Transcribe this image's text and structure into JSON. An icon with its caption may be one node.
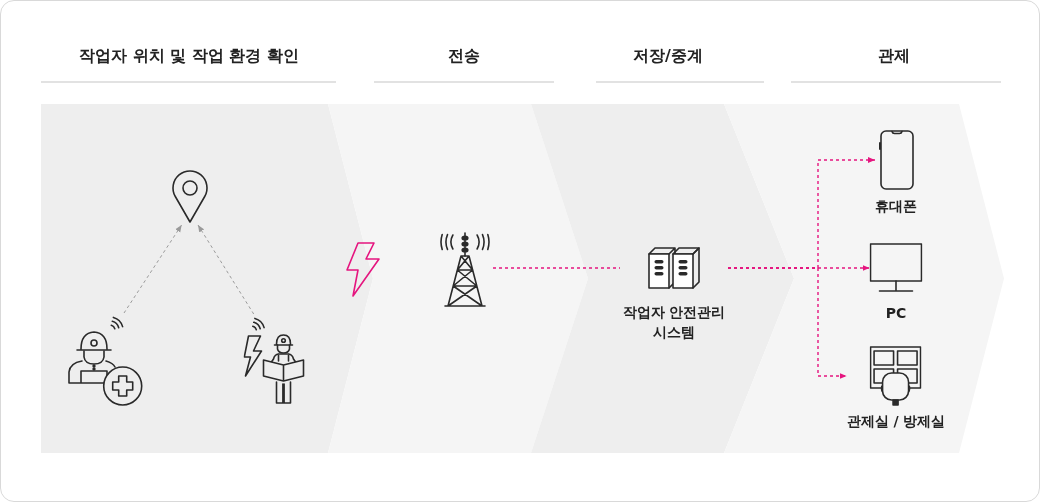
{
  "diagram": {
    "nodes": [
      {
        "text": [
          "작업자 위치 및 작업 환경 확인"
        ]
      },
      {
        "text": [],
        "shape": "picture",
        "in": 0
      },
      {
        "text": [],
        "shape": "picture",
        "in": 0
      },
      {
        "text": [],
        "shape": "picture",
        "in": 0
      },
      {
        "text": [
          "전송"
        ]
      },
      {
        "text": [],
        "shape": "picture",
        "in": 4
      },
      {
        "text": [
          "저장/중계"
        ]
      },
      {
        "text": [
          "작업자 안전관리 시스템"
        ],
        "in": 6
      },
      {
        "text": [
          "관제"
        ]
      },
      {
        "text": [
          "휴대폰"
        ],
        "in": 8
      },
      {
        "text": [
          "PC"
        ],
        "in": 8
      },
      {
        "text": [
          "관제실 / 방제실"
        ],
        "in": 8
      }
    ],
    "edges": [
      {
        "from": 2,
        "to": 1,
        "arrow": "to",
        "style": "dashed",
        "color": "#9a9a9a"
      },
      {
        "from": 3,
        "to": 1,
        "arrow": "to",
        "style": "dashed",
        "color": "#9a9a9a"
      },
      {
        "from": 5,
        "to": 7,
        "arrow": "none",
        "style": "dashed"
      },
      {
        "from": 7,
        "to": 9,
        "arrow": "to",
        "style": "dashed"
      },
      {
        "from": 7,
        "to": 10,
        "arrow": "to",
        "style": "dashed"
      },
      {
        "from": 7,
        "to": 11,
        "arrow": "to",
        "style": "dashed"
      }
    ]
  }
}
